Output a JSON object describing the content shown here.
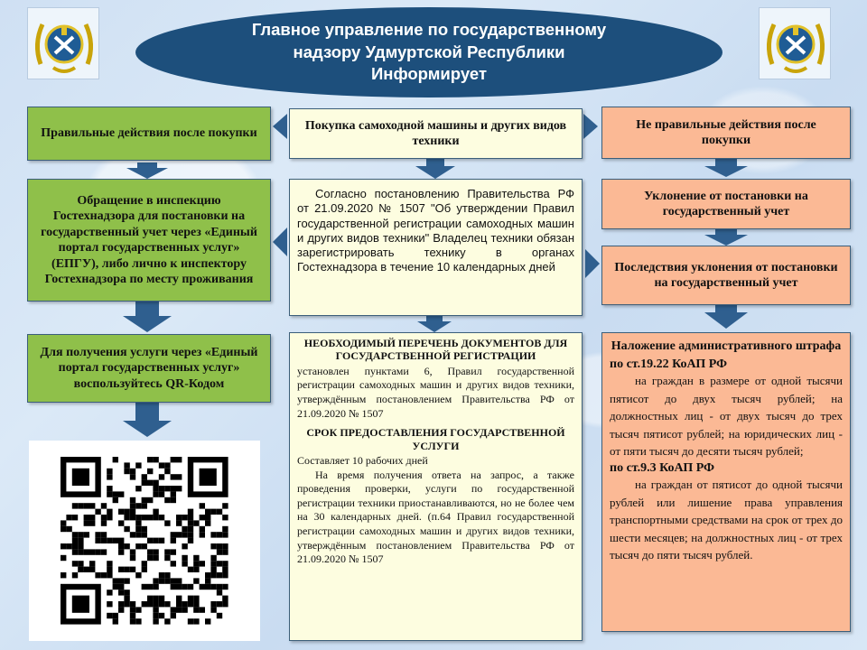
{
  "header": {
    "line1": "Главное управление по государственному",
    "line2": "надзору Удмуртской Республики",
    "line3": "Информирует"
  },
  "icons": {
    "emblem": "gostechnadzor-emblem-icon",
    "qr": "qr-code"
  },
  "colors": {
    "green": "#8fc04a",
    "cream": "#fdfde0",
    "salmon": "#fbb995",
    "header": "#1d4f7c",
    "arrow": "#2f5f8f"
  },
  "left": {
    "heading": "Правильные действия после покупки",
    "step1": "Обращение в инспекцию Гостехнадзора для постановки на государственный учет через «Единый портал государственных услуг» (ЕПГУ), либо лично к инспектору Гостехнадзора по месту проживания",
    "step2": "Для получения услуги через «Единый портал государственных услуг» воспользуйтесь QR-Кодом"
  },
  "center": {
    "heading": "Покупка самоходной машины и других видов техники",
    "info": "Согласно постановлению Правительства РФ от 21.09.2020 № 1507 \"Об утверждении Правил государственной регистрации самоходных машин и других видов техники\" Владелец техники обязан зарегистрировать технику в органах Гостехнадзора в течение 10 календарных дней",
    "docs_title": "НЕОБХОДИМЫЙ ПЕРЕЧЕНЬ ДОКУМЕНТОВ ДЛЯ ГОСУДАРСТВЕННОЙ РЕГИСТРАЦИИ",
    "docs_text": "установлен пунктами 6, Правил государственной регистрации самоходных машин и других видов техники, утверждённым постановлением Правительства РФ от 21.09.2020 № 1507",
    "term_title": "СРОК ПРЕДОСТАВЛЕНИЯ ГОСУДАРСТВЕННОЙ УСЛУГИ",
    "term_text": "Составляет 10 рабочих дней",
    "term_note": "На время получения ответа на запрос, а также проведения проверки, услуги по государственной регистрации техники приостанавливаются, но не более чем на 30 календарных дней. (п.64 Правил государственной регистрации самоходных машин и других видов техники, утверждённым постановлением Правительства РФ от 21.09.2020 № 1507"
  },
  "right": {
    "heading": "Не правильные действия после покупки",
    "step1": "Уклонение от постановки на государственный учет",
    "step2": "Последствия уклонения от постановки на государственный учет",
    "fine_title": "Наложение административного штрафа",
    "art1": "по ст.19.22 КоАП РФ",
    "art1_text": "на граждан в размере от одной тысячи пятисот до двух тысяч рублей; на должностных лиц - от двух тысяч до трех тысяч пятисот рублей; на юридических лиц - от пяти тысяч до десяти тысяч рублей;",
    "art2": "по ст.9.3 КоАП РФ",
    "art2_text": "на граждан от пятисот до одной тысячи рублей или лишение права управления транспортными средствами на срок от трех до шести месяцев; на должностных лиц - от трех тысяч до пяти тысяч рублей."
  }
}
